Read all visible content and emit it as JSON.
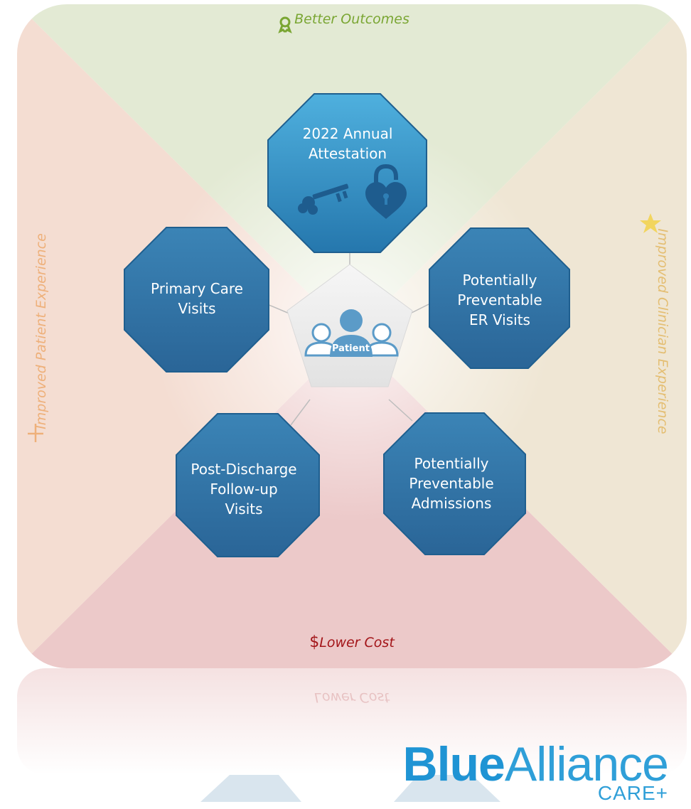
{
  "dimensions": {
    "top": "Better Outcomes",
    "bottom": "Lower Cost",
    "left": "Improved Patient Experience",
    "right": "Improved Clinician Experience"
  },
  "icons": {
    "top": "ribbon-award-icon",
    "bottom": "dollar-icon",
    "left": "plus-icon",
    "right": "star-icon",
    "attestation": [
      "key-icon",
      "heart-lock-icon"
    ],
    "patient": "people-group-icon"
  },
  "center": {
    "label": "Patient"
  },
  "nodes": {
    "attestation": {
      "line1": "2022 Annual",
      "line2": "Attestation"
    },
    "primary_care": {
      "line1": "Primary Care",
      "line2": "Visits"
    },
    "er_visits": {
      "line1": "Potentially",
      "line2": "Preventable",
      "line3": "ER Visits"
    },
    "post_discharge": {
      "line1": "Post-Discharge",
      "line2": "Follow-up",
      "line3": "Visits"
    },
    "admissions": {
      "line1": "Potentially",
      "line2": "Preventable",
      "line3": "Admissions"
    }
  },
  "logo": {
    "blue": "Blue",
    "alliance": "Alliance",
    "care": "CARE+"
  },
  "colors": {
    "octagon": "#2f6f9f",
    "octagon_highlight": "#3f95c7",
    "quad_top": "#e3ead4",
    "quad_bottom": "#ecc9c9",
    "quad_left": "#f4ddd2",
    "quad_right": "#efe6d4",
    "logo_blue": "#2f9fd8"
  }
}
